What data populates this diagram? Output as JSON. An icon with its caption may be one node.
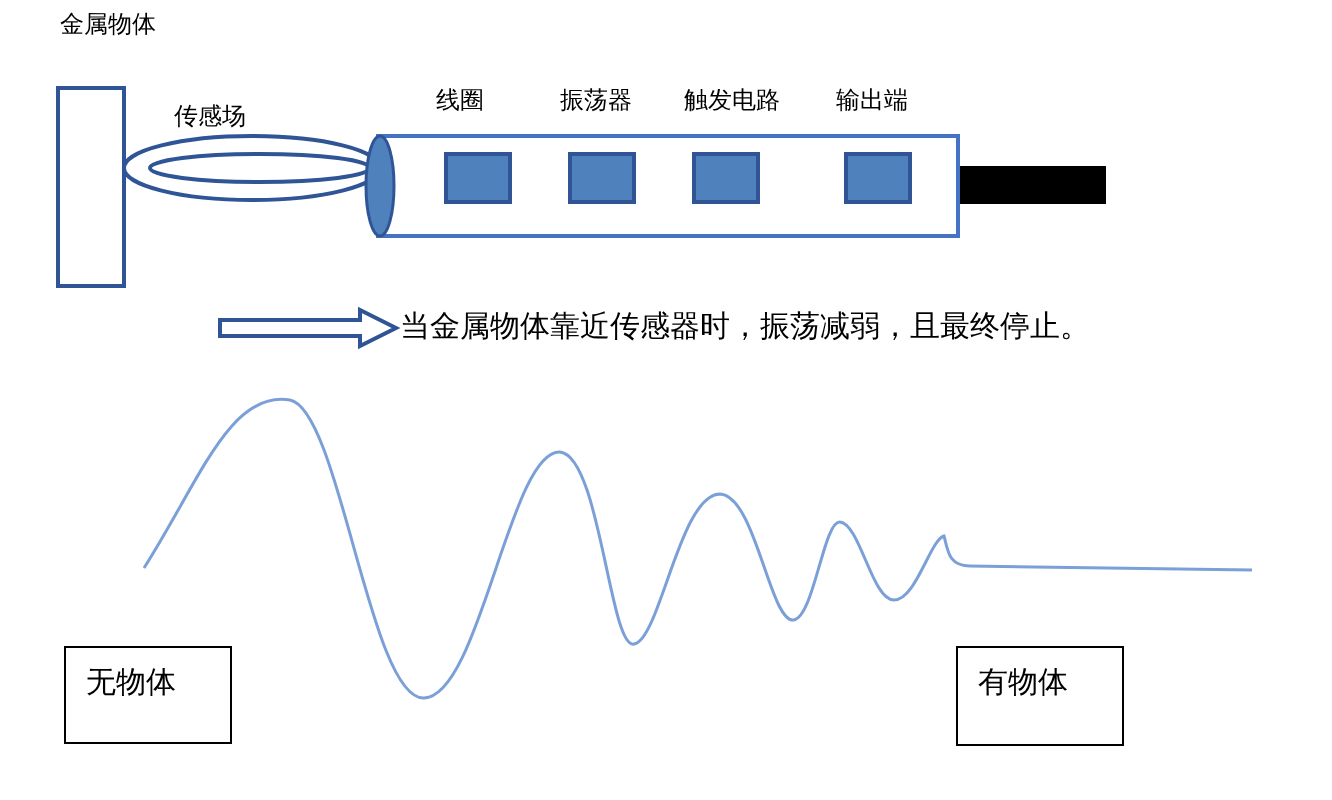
{
  "diagram": {
    "nodes": [
      {
        "text": [],
        "shape": "box"
      },
      {
        "text": [
          "传感场"
        ]
      },
      {
        "text": [],
        "shape": "cylinder"
      },
      {
        "text": [
          "线圈"
        ],
        "in": 2
      },
      {
        "text": [
          "振荡器"
        ],
        "in": 2
      },
      {
        "text": [
          "触发电路"
        ],
        "in": 2
      },
      {
        "text": [
          "输出端"
        ],
        "in": 2
      },
      {
        "text": [
          "当金属物体靠近传感器时，振荡减弱，且最终停止。"
        ]
      },
      {
        "text": [
          "无物体"
        ]
      },
      {
        "text": [
          "有物体"
        ]
      },
      {
        "text": [],
        "shape": "bar"
      }
    ],
    "labels": [
      "金属物体"
    ],
    "edges": [
      {
        "from": null,
        "to": 7,
        "arrow": "to"
      }
    ]
  }
}
